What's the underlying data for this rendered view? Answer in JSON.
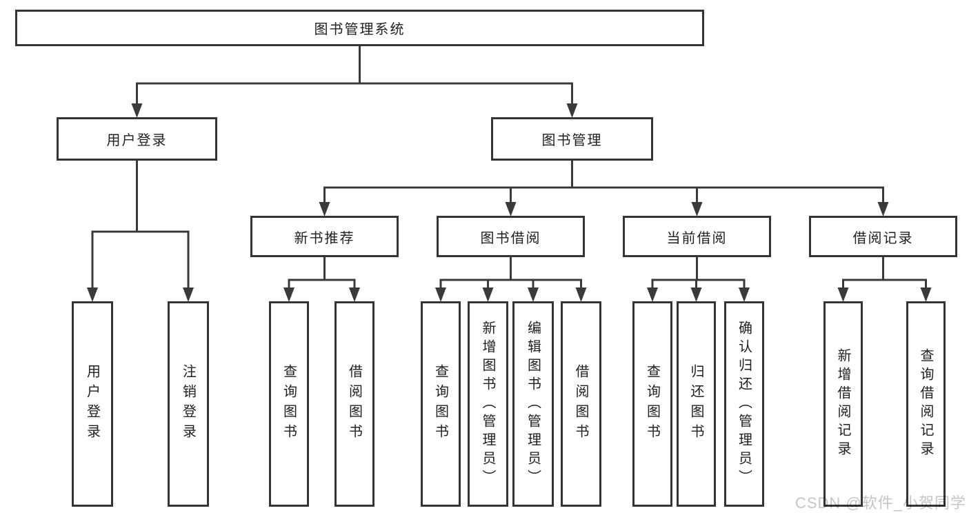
{
  "diagram": {
    "root": {
      "label": "图书管理系统"
    },
    "branches": [
      {
        "label": "用户登录",
        "children": [
          "用户登录",
          "注销登录"
        ]
      },
      {
        "label": "图书管理",
        "modules": [
          {
            "label": "新书推荐",
            "children": [
              "查询图书",
              "借阅图书"
            ]
          },
          {
            "label": "图书借阅",
            "children": [
              "查询图书",
              "新增图书（管理员）",
              "编辑图书（管理员）",
              "借阅图书"
            ]
          },
          {
            "label": "当前借阅",
            "children": [
              "查询图书",
              "归还图书",
              "确认归还（管理员）"
            ]
          },
          {
            "label": "借阅记录",
            "children": [
              "新增借阅记录",
              "查询借阅记录"
            ]
          }
        ]
      }
    ]
  },
  "watermark": {
    "text": "CSDN @软件_小贺同学",
    "color": "#c9c3c3"
  },
  "colors": {
    "line": "#3a3a3a",
    "box_border": "#343434",
    "text": "#1f1f1f",
    "background": "#ffffff"
  }
}
